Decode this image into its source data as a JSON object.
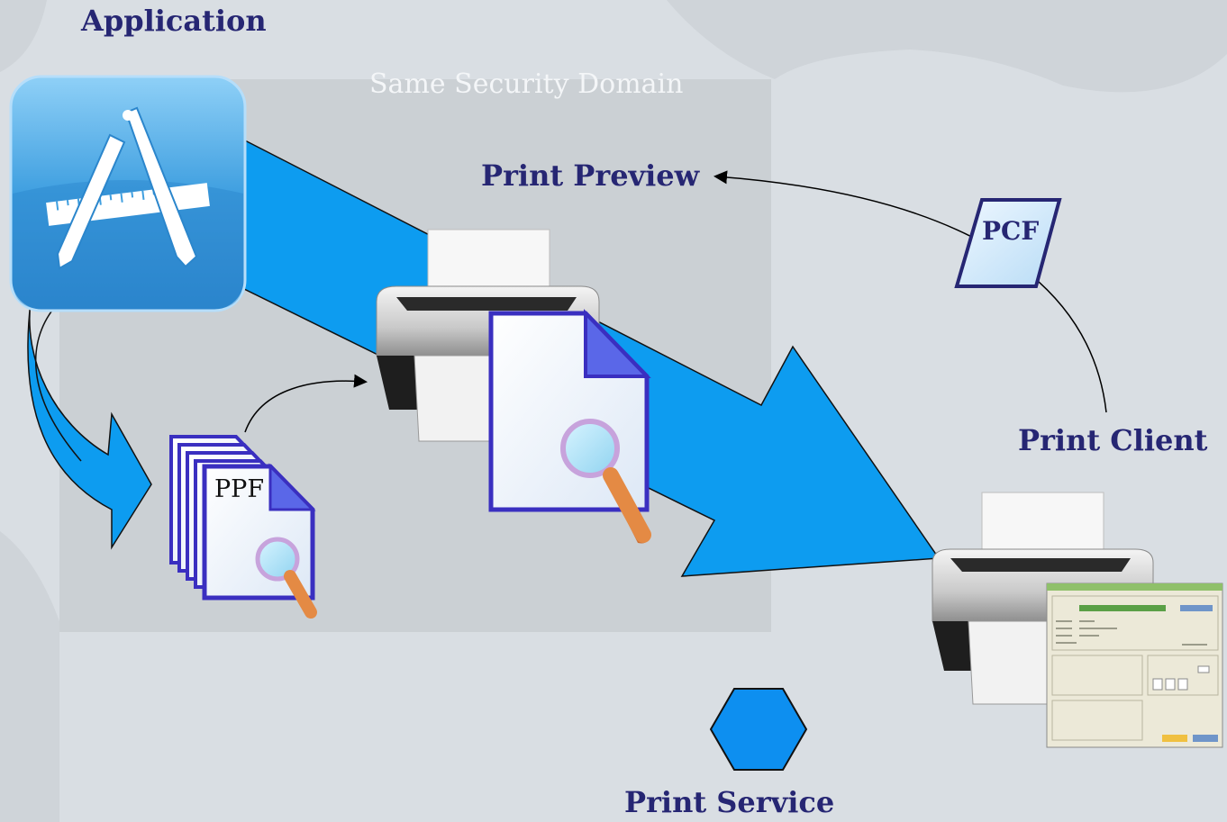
{
  "labels": {
    "application": "Application",
    "security_domain": "Same Security Domain",
    "print_preview": "Print Preview",
    "pcf": "PCF",
    "ppf": "PPF",
    "print_client": "Print Client",
    "print_service": "Print Service"
  },
  "colors": {
    "background": "#d9dee3",
    "domain_box": "#cbd0d4",
    "flow_arrow": "#0d9cf0",
    "label_text": "#262673",
    "document_border": "#3a2fc0",
    "hexagon": "#0d8ff0"
  },
  "icons": {
    "application": "app-store-icon",
    "preview_printer": "printer-icon",
    "preview_document": "document-magnifier-icon",
    "client_printer": "printer-icon",
    "client_dialog": "print-dialog-icon",
    "service": "hexagon-icon"
  }
}
